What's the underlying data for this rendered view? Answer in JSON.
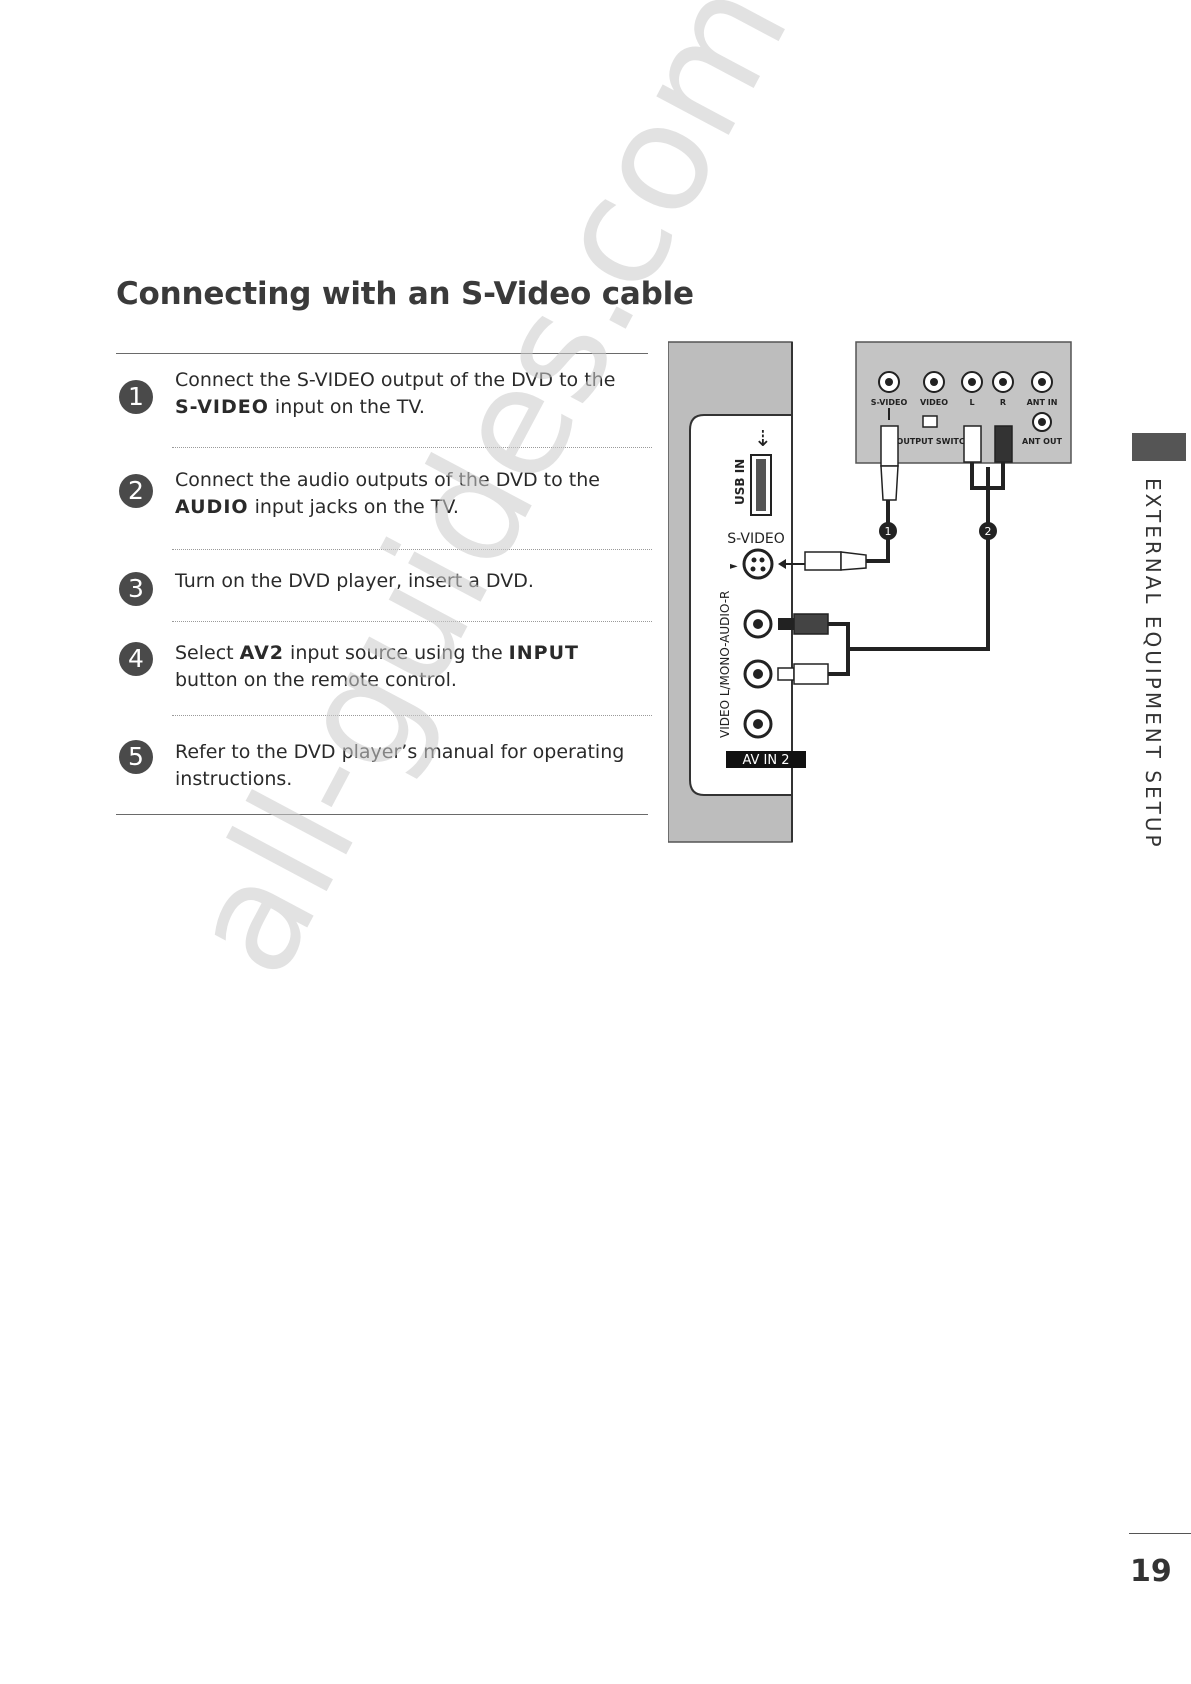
{
  "title": "Connecting with an S-Video cable",
  "steps": [
    {
      "num": "1",
      "html": "Connect the S-VIDEO output of the DVD to the <b>S-VIDEO</b> input on the TV."
    },
    {
      "num": "2",
      "html": "Connect the audio outputs of the DVD to the <b>AUDIO</b> input jacks on the TV."
    },
    {
      "num": "3",
      "html": "Turn on the DVD player, insert a DVD."
    },
    {
      "num": "4",
      "html": "Select <b>AV2</b> input source using the <b>INPUT</b> button on the remote control."
    },
    {
      "num": "5",
      "html": "Refer to the DVD player’s manual for operating instructions."
    }
  ],
  "side_label": "EXTERNAL EQUIPMENT SETUP",
  "page_number": "19",
  "watermark": "all-guides.com",
  "diagram": {
    "tv_usb": "USB IN",
    "tv_svideo": "S-VIDEO",
    "tv_audio_label": "VIDEO L/MONO-AUDIO-R",
    "tv_av": "AV IN 2",
    "dvd_svideo": "S-VIDEO",
    "dvd_video": "VIDEO",
    "dvd_l": "L",
    "dvd_r": "R",
    "dvd_ant_in": "ANT IN",
    "dvd_ant_out": "ANT OUT",
    "dvd_switch": "OUTPUT SWITCH",
    "callout_1": "1",
    "callout_2": "2"
  }
}
